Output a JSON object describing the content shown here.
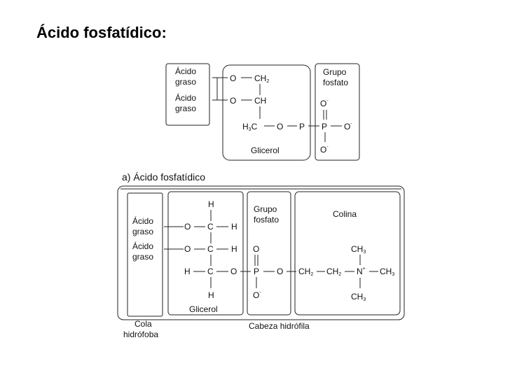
{
  "title": "Ácido fosfatídico:",
  "top_diagram": {
    "fatty_acid_1": [
      "Ácido",
      "graso"
    ],
    "fatty_acid_2": [
      "Ácido",
      "graso"
    ],
    "o1": "O",
    "ch2": "CH",
    "ch2_sub": "2",
    "o2": "O",
    "ch": "CH",
    "h3c": "H",
    "h3c_sub": "3",
    "h3c_c": "C",
    "o3": "O",
    "p1": "P",
    "p2": "P",
    "o4": "O",
    "o4_sup": "-",
    "o_top": "O",
    "o_top_sup": "-",
    "o_bottom": "O",
    "o_bottom_sup": "-",
    "phosphate_group": [
      "Grupo",
      "fosfato"
    ],
    "glycerol": "Glicerol"
  },
  "bottom_diagram": {
    "caption": "a) Ácido fosfatídico",
    "fatty_acid_1": [
      "Ácido",
      "graso"
    ],
    "fatty_acid_2": [
      "Ácido",
      "graso"
    ],
    "tail_label": [
      "Cola",
      "hidrófoba"
    ],
    "head_label": "Cabeza hidrófila",
    "phosphate_group": [
      "Grupo",
      "fosfato"
    ],
    "choline": "Colina",
    "glycerol": "Glicerol",
    "h_top": "H",
    "o1": "O",
    "c1": "C",
    "h1": "H",
    "o2": "O",
    "c2": "C",
    "h2": "H",
    "h3_left": "H",
    "c3": "C",
    "o3": "O",
    "p": "P",
    "o_dbl": "O",
    "o_minus": "O",
    "o_minus_sup": "-",
    "o4": "O",
    "ch2a": "CH",
    "ch2a_sub": "2",
    "ch2b": "CH",
    "ch2b_sub": "2",
    "n": "N",
    "n_sup": "+",
    "ch3_top": "CH",
    "ch3_top_sub": "3",
    "ch3_right": "CH",
    "ch3_right_sub": "3",
    "ch3_bottom": "CH",
    "ch3_bottom_sub": "3",
    "h_bottom": "H"
  }
}
